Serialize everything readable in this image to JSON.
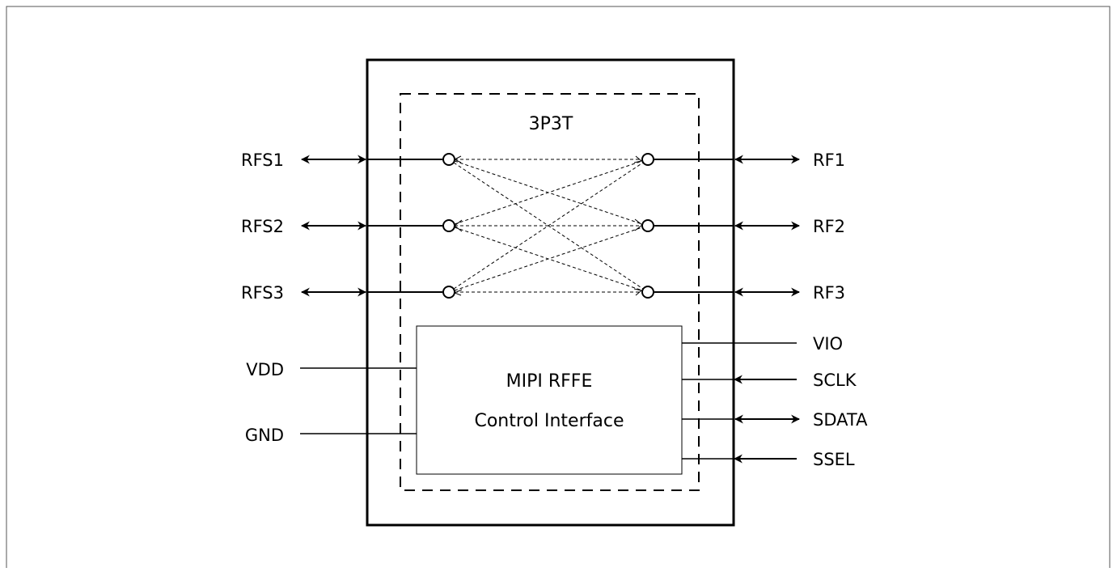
{
  "diagram": {
    "switch_title": "3P3T",
    "controller_lines": [
      "MIPI RFFE",
      "Control Interface"
    ],
    "left_rf_pins": [
      "RFS1",
      "RFS2",
      "RFS3"
    ],
    "right_rf_pins": [
      "RF1",
      "RF2",
      "RF3"
    ],
    "supply_pins": [
      "VDD",
      "GND"
    ],
    "control_pins": [
      {
        "label": "VIO",
        "direction": "none"
      },
      {
        "label": "SCLK",
        "direction": "in"
      },
      {
        "label": "SDATA",
        "direction": "bidirectional"
      },
      {
        "label": "SSEL",
        "direction": "in"
      }
    ]
  }
}
